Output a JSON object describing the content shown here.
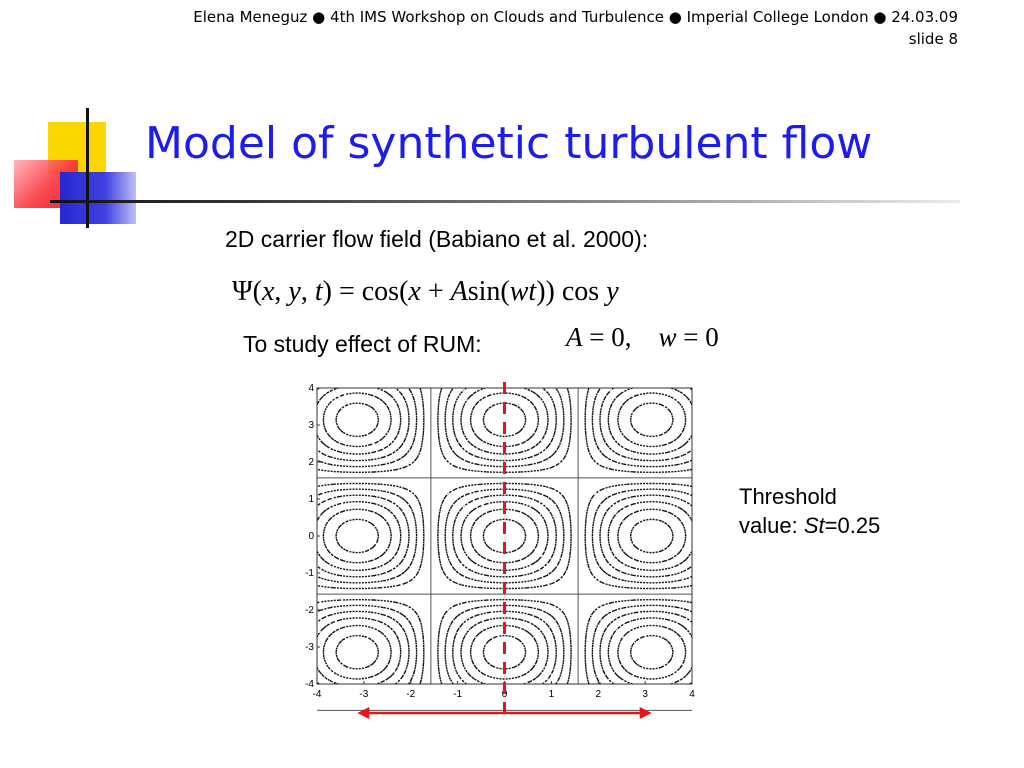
{
  "header": {
    "line1": "Elena Meneguz  ● 4th IMS Workshop on Clouds and Turbulence  ●  Imperial College London  ● 24.03.09",
    "line2": "slide 8"
  },
  "title": "Model of synthetic turbulent flow",
  "subtitle": "2D carrier flow field (Babiano et al. 2000):",
  "rum_label": "To study effect of RUM:",
  "threshold": {
    "line1": "Threshold",
    "prefix": "value: ",
    "symbol": "St",
    "value": "=0.25"
  },
  "colors": {
    "title": "#1c1cf0",
    "accent_red": "#e8141c",
    "deco_yellow": "#fcd600",
    "deco_blue": "#3232d8",
    "deco_red": "#f8323c"
  },
  "chart_data": {
    "type": "contour",
    "function": "cos(x)·cos(y)",
    "xlim": [
      -4,
      4
    ],
    "ylim": [
      -4,
      4
    ],
    "xticks": [
      "-4",
      "-3",
      "-2",
      "-1",
      "0",
      "1",
      "2",
      "3",
      "4"
    ],
    "yticks": [
      "4",
      "3",
      "2",
      "1",
      "0",
      "-1",
      "-2",
      "-3",
      "-4"
    ],
    "contour_levels": [
      -0.9,
      -0.75,
      -0.6,
      -0.45,
      -0.3,
      -0.15,
      0.15,
      0.3,
      0.45,
      0.6,
      0.75,
      0.9
    ],
    "marker_line_x": 0,
    "arrow_range": [
      -3.14,
      3.14
    ]
  }
}
